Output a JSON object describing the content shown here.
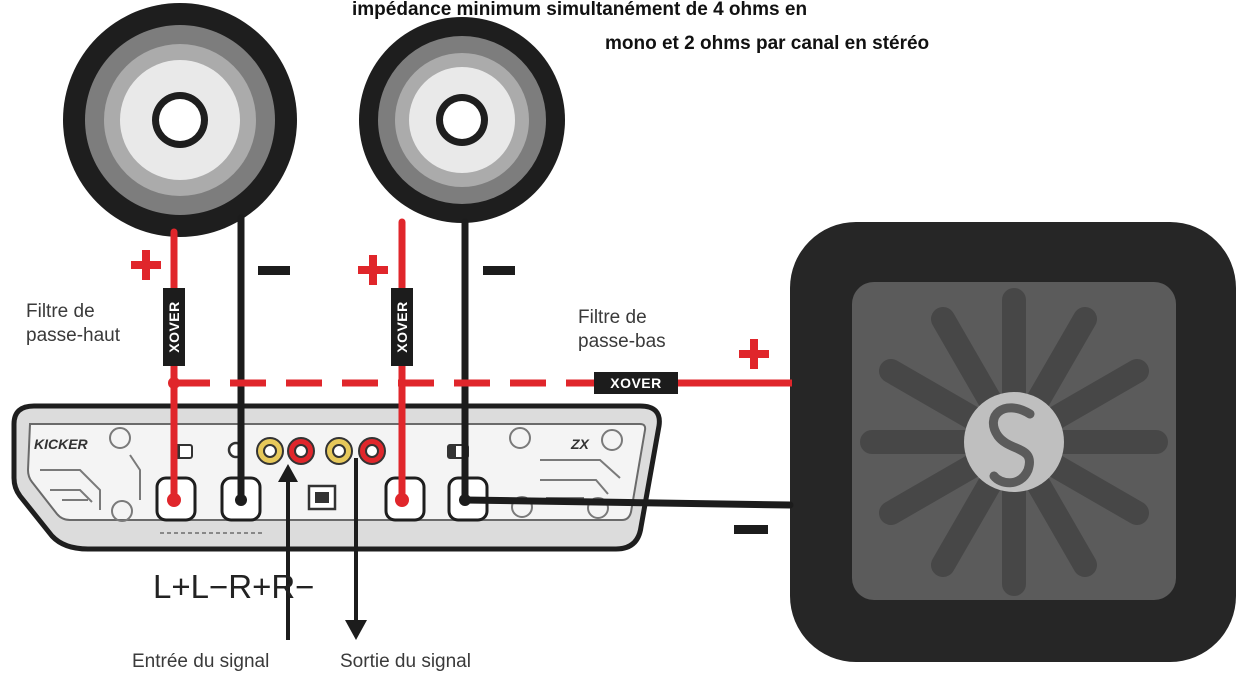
{
  "notes": {
    "line1": "impédance minimum simultanément de 4 ohms en",
    "line2": "mono et 2 ohms par canal en stéréo"
  },
  "labels": {
    "highpass_line1": "Filtre de",
    "highpass_line2": "passe-haut",
    "lowpass_line1": "Filtre de",
    "lowpass_line2": "passe-bas",
    "xover": "XOVER",
    "terminals": "L+L−R+R−",
    "input": "Entrée du signal",
    "output": "Sortie du signal",
    "plus": "+",
    "minus": "−"
  },
  "amplifier": {
    "brand": "KICKER",
    "model": "ZX"
  },
  "colors": {
    "positive_wire": "#e0262b",
    "negative_wire": "#1c1c1c",
    "speaker_ring": "#1e1e1e",
    "speaker_cone": "#a9a9a9",
    "sub_frame": "#262626",
    "sub_face": "#5a5a5a"
  }
}
